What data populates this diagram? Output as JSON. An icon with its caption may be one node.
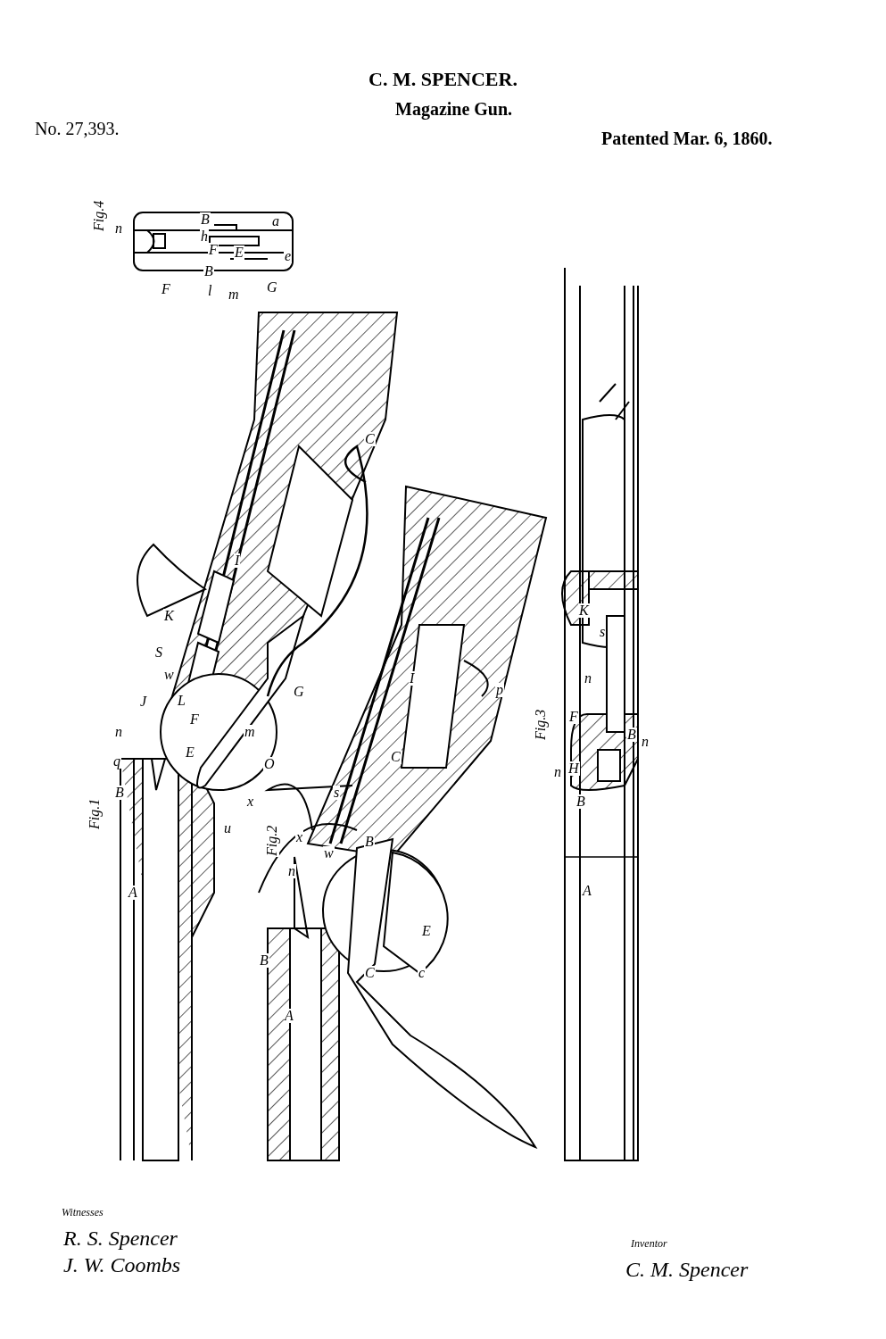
{
  "diagram": {
    "title": "C. M. SPENCER.",
    "labels": [
      "Magazine Gun.",
      "No. 27,393.",
      "Patented Mar. 6, 1860.",
      "Fig.4",
      "n",
      "B",
      "a",
      "h",
      "F",
      "E",
      "B",
      "e",
      "F",
      "l",
      "m",
      "G",
      "C",
      "I",
      "K",
      "S",
      "w",
      "J",
      "n",
      "q",
      "B",
      "L",
      "F",
      "E",
      "G",
      "m",
      "O",
      "x",
      "u",
      "A",
      "Fig.1",
      "I",
      "C",
      "p",
      "s",
      "x",
      "B",
      "n",
      "w",
      "E",
      "c",
      "C",
      "B",
      "A",
      "Fig.2",
      "K",
      "s",
      "n",
      "F",
      "n",
      "H",
      "B",
      "n",
      "B",
      "A",
      "Fig.3",
      "Witnesses",
      "R. S. Spencer",
      "J. W. Coombs",
      "Inventor",
      "C. M. Spencer"
    ]
  }
}
